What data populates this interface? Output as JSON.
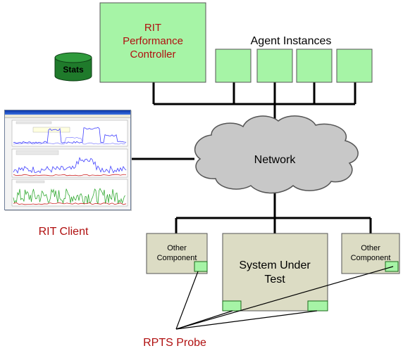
{
  "diagram": {
    "controller": {
      "line1": "RIT",
      "line2": "Performance",
      "line3": "Controller"
    },
    "stats": "Stats",
    "agents_label": "Agent Instances",
    "network": "Network",
    "client_label": "RIT Client",
    "sut": {
      "line1": "System Under",
      "line2": "Test"
    },
    "other_left": {
      "line1": "Other",
      "line2": "Component"
    },
    "other_right": {
      "line1": "Other",
      "line2": "Component"
    },
    "probe_label": "RPTS Probe"
  },
  "colors": {
    "box_green": "#a6f4a6",
    "box_border": "#555555",
    "component_fill": "#dcdcc4",
    "stats_green": "#1f7a2b",
    "cloud_gray": "#c8c8c8",
    "text_red": "#b01010",
    "line": "#000000"
  },
  "client_window": {
    "chart_colors": [
      "#4040ff",
      "#9090ff",
      "#33aa33",
      "#cc2222"
    ]
  }
}
